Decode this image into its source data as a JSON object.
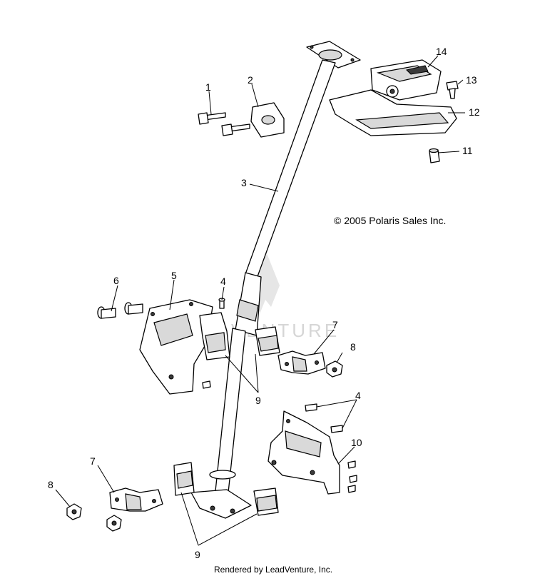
{
  "copyright": "© 2005 Polaris Sales Inc.",
  "watermark": "LEADVENTURE",
  "footer": "Rendered by LeadVenture, Inc.",
  "callouts": [
    "1",
    "2",
    "3",
    "4",
    "4",
    "5",
    "6",
    "7",
    "7",
    "8",
    "8",
    "9",
    "9",
    "10",
    "11",
    "12",
    "13",
    "14"
  ]
}
